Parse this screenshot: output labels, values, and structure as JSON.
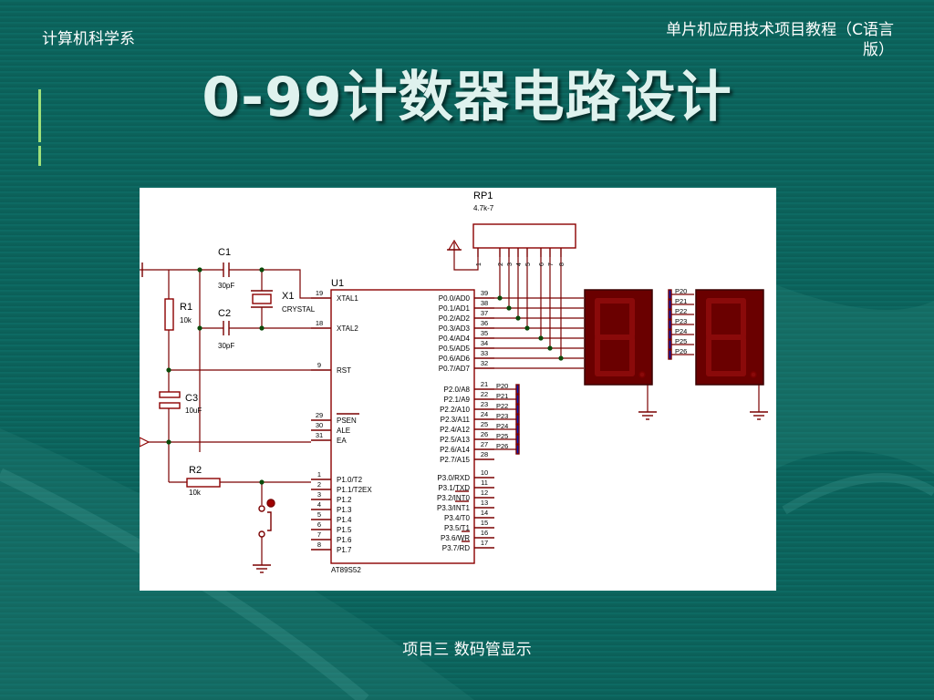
{
  "header": {
    "dept": "计算机科学系",
    "course_line1": "单片机应用技术项目教程（C语言",
    "course_line2": "版）"
  },
  "title": "0-99计数器电路设计",
  "footer": "项目三  数码管显示",
  "colors": {
    "background": "#0f6a62",
    "wire": "#7a0000",
    "component": "#8b0000",
    "node": "#0a4a0a",
    "display": "#6a0000",
    "bus": "#0a1ab4"
  },
  "schematic": {
    "rp1": {
      "ref": "RP1",
      "value": "4.7k-7",
      "pins": [
        "1",
        "2",
        "3",
        "4",
        "5",
        "6",
        "7",
        "8"
      ]
    },
    "c1": {
      "ref": "C1",
      "value": "30pF"
    },
    "c2": {
      "ref": "C2",
      "value": "30pF"
    },
    "x1": {
      "ref": "X1",
      "value": "CRYSTAL"
    },
    "r1": {
      "ref": "R1",
      "value": "10k"
    },
    "c3": {
      "ref": "C3",
      "value": "10uF"
    },
    "r2": {
      "ref": "R2",
      "value": "10k"
    },
    "u1": {
      "ref": "U1",
      "part": "AT89S52"
    },
    "left_pins": [
      {
        "num": "19",
        "name": "XTAL1"
      },
      {
        "num": "18",
        "name": "XTAL2"
      },
      {
        "num": "9",
        "name": "RST"
      },
      {
        "num": "29",
        "name": "PSEN"
      },
      {
        "num": "30",
        "name": "ALE"
      },
      {
        "num": "31",
        "name": "EA"
      },
      {
        "num": "1",
        "name": "P1.0/T2"
      },
      {
        "num": "2",
        "name": "P1.1/T2EX"
      },
      {
        "num": "3",
        "name": "P1.2"
      },
      {
        "num": "4",
        "name": "P1.3"
      },
      {
        "num": "5",
        "name": "P1.4"
      },
      {
        "num": "6",
        "name": "P1.5"
      },
      {
        "num": "7",
        "name": "P1.6"
      },
      {
        "num": "8",
        "name": "P1.7"
      }
    ],
    "right_pins": [
      {
        "num": "39",
        "name": "P0.0/AD0"
      },
      {
        "num": "38",
        "name": "P0.1/AD1"
      },
      {
        "num": "37",
        "name": "P0.2/AD2"
      },
      {
        "num": "36",
        "name": "P0.3/AD3"
      },
      {
        "num": "35",
        "name": "P0.4/AD4"
      },
      {
        "num": "34",
        "name": "P0.5/AD5"
      },
      {
        "num": "33",
        "name": "P0.6/AD6"
      },
      {
        "num": "32",
        "name": "P0.7/AD7"
      },
      {
        "num": "21",
        "name": "P2.0/A8"
      },
      {
        "num": "22",
        "name": "P2.1/A9"
      },
      {
        "num": "23",
        "name": "P2.2/A10"
      },
      {
        "num": "24",
        "name": "P2.3/A11"
      },
      {
        "num": "25",
        "name": "P2.4/A12"
      },
      {
        "num": "26",
        "name": "P2.5/A13"
      },
      {
        "num": "27",
        "name": "P2.6/A14"
      },
      {
        "num": "28",
        "name": "P2.7/A15"
      },
      {
        "num": "10",
        "name": "P3.0/RXD"
      },
      {
        "num": "11",
        "name": "P3.1/TXD"
      },
      {
        "num": "12",
        "name": "P3.2/INT0"
      },
      {
        "num": "13",
        "name": "P3.3/INT1"
      },
      {
        "num": "14",
        "name": "P3.4/T0"
      },
      {
        "num": "15",
        "name": "P3.5/T1"
      },
      {
        "num": "16",
        "name": "P3.6/WR"
      },
      {
        "num": "17",
        "name": "P3.7/RD"
      }
    ],
    "p2_labels": [
      "P20",
      "P21",
      "P22",
      "P23",
      "P24",
      "P25",
      "P26"
    ]
  }
}
